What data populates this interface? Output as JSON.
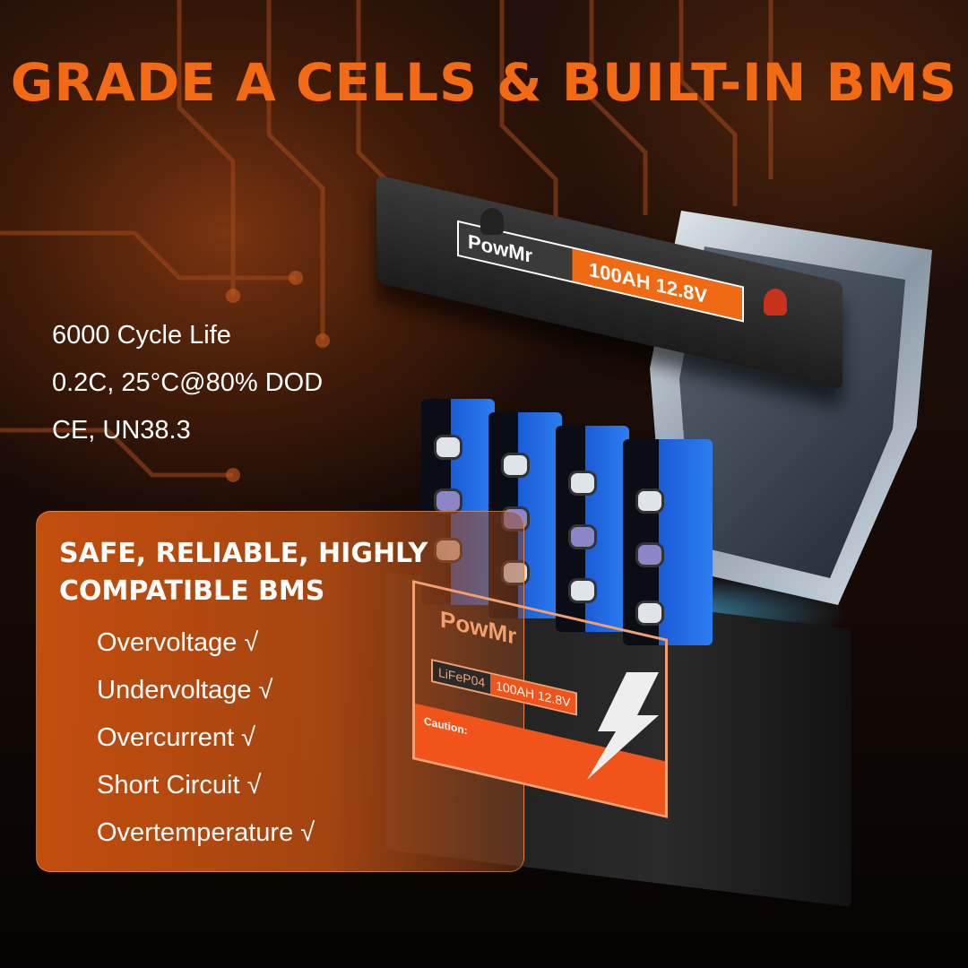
{
  "title": "GRADE A CELLS & BUILT-IN BMS",
  "specs": [
    "6000 Cycle Life",
    "0.2C, 25°C@80% DOD",
    "CE, UN38.3"
  ],
  "bms": {
    "heading": "SAFE, RELIABLE, HIGHLY COMPATIBLE BMS",
    "items": [
      "Overvoltage √",
      "Undervoltage √",
      "Overcurrent √",
      "Short Circuit √",
      "Overtemperature √"
    ]
  },
  "product": {
    "brand": "PowMr",
    "rating": "100AH 12.8V",
    "chemistry": "LiFeP04",
    "caution": "Caution:"
  },
  "colors": {
    "accent": "#f26a14",
    "cell_blue": "#2c7ef0"
  }
}
